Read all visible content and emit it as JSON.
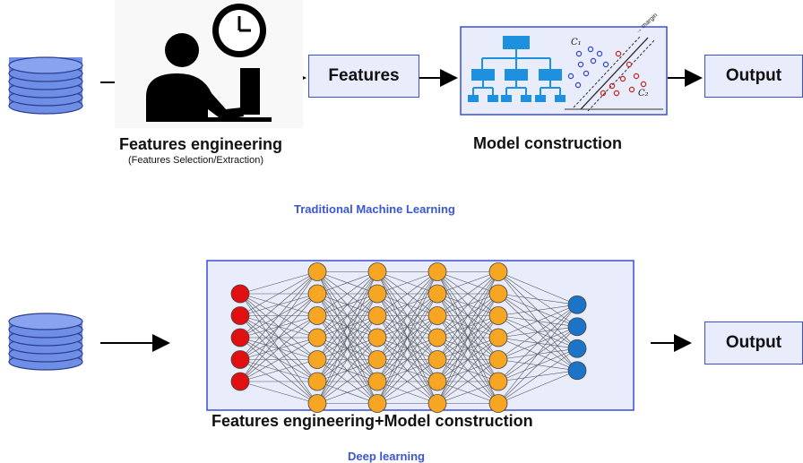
{
  "traditional": {
    "features_label": "Features",
    "output_label": "Output",
    "features_engineering_title": "Features engineering",
    "features_engineering_subtitle": "(Features Selection/Extraction)",
    "model_construction_label": "Model construction",
    "section_title": "Traditional Machine Learning",
    "svm_labels": {
      "class1": "C₁",
      "class2": "C₂",
      "margin": "→ margin"
    }
  },
  "deep": {
    "output_label": "Output",
    "caption": "Features engineering+Model construction",
    "section_title": "Deep learning",
    "network_layers": [
      5,
      7,
      7,
      7,
      7,
      4
    ]
  },
  "colors": {
    "box_border": "#3a4fd8",
    "box_fill": "#e8ecfb",
    "title_blue": "#3a56d4",
    "db_blue": "#6f8ee6",
    "input_node": "#e01010",
    "hidden_node": "#f6a623",
    "output_node": "#1b74c7",
    "tree_blue": "#1e90e0"
  }
}
